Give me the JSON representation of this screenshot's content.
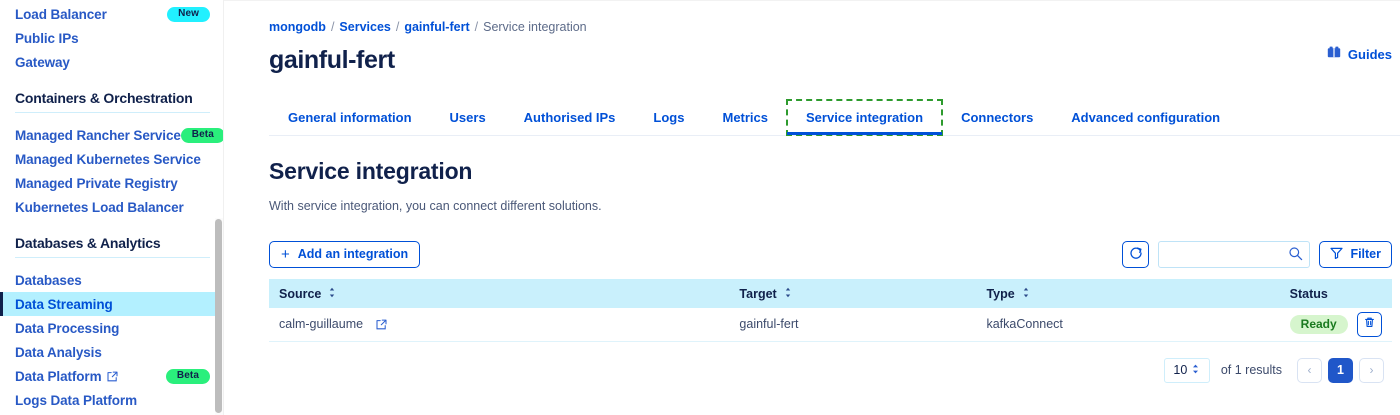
{
  "sidebar": {
    "groups": [
      {
        "heading": null,
        "items": [
          {
            "label": "Load Balancer",
            "badge": "New",
            "badge_kind": "new",
            "active": false,
            "external": false
          },
          {
            "label": "Public IPs",
            "badge": null,
            "active": false,
            "external": false
          },
          {
            "label": "Gateway",
            "badge": null,
            "active": false,
            "external": false
          }
        ]
      },
      {
        "heading": "Containers & Orchestration",
        "items": [
          {
            "label": "Managed Rancher Service",
            "badge": "Beta",
            "badge_kind": "beta",
            "active": false,
            "external": false
          },
          {
            "label": "Managed Kubernetes Service",
            "badge": null,
            "active": false,
            "external": false
          },
          {
            "label": "Managed Private Registry",
            "badge": null,
            "active": false,
            "external": false
          },
          {
            "label": "Kubernetes Load Balancer",
            "badge": null,
            "active": false,
            "external": false
          }
        ]
      },
      {
        "heading": "Databases & Analytics",
        "items": [
          {
            "label": "Databases",
            "badge": null,
            "active": false,
            "external": false
          },
          {
            "label": "Data Streaming",
            "badge": null,
            "active": true,
            "external": false
          },
          {
            "label": "Data Processing",
            "badge": null,
            "active": false,
            "external": false
          },
          {
            "label": "Data Analysis",
            "badge": null,
            "active": false,
            "external": false
          },
          {
            "label": "Data Platform",
            "badge": "Beta",
            "badge_kind": "beta",
            "active": false,
            "external": true
          },
          {
            "label": "Logs Data Platform",
            "badge": null,
            "active": false,
            "external": false
          }
        ]
      }
    ]
  },
  "breadcrumb": {
    "items": [
      "mongodb",
      "Services",
      "gainful-fert"
    ],
    "current": "Service integration",
    "separator": "/"
  },
  "header": {
    "title": "gainful-fert",
    "guides_label": "Guides",
    "guides_icon": "book-icon"
  },
  "tabs": [
    {
      "label": "General information",
      "active": false
    },
    {
      "label": "Users",
      "active": false
    },
    {
      "label": "Authorised IPs",
      "active": false
    },
    {
      "label": "Logs",
      "active": false
    },
    {
      "label": "Metrics",
      "active": false
    },
    {
      "label": "Service integration",
      "active": true
    },
    {
      "label": "Connectors",
      "active": false
    },
    {
      "label": "Advanced configuration",
      "active": false
    }
  ],
  "section": {
    "title": "Service integration",
    "description": "With service integration, you can connect different solutions."
  },
  "toolbar": {
    "add_label": "Add an integration",
    "add_icon": "plus-icon",
    "refresh_icon": "refresh-icon",
    "search_value": "",
    "search_placeholder": "",
    "search_icon": "search-icon",
    "filter_label": "Filter",
    "filter_icon": "funnel-icon"
  },
  "table": {
    "columns": [
      {
        "label": "Source",
        "sortable": true
      },
      {
        "label": "Target",
        "sortable": true
      },
      {
        "label": "Type",
        "sortable": true
      },
      {
        "label": "Status",
        "sortable": false
      }
    ],
    "rows": [
      {
        "source": "calm-guillaume",
        "source_external": true,
        "target": "gainful-fert",
        "type": "kafkaConnect",
        "status": "Ready",
        "delete_icon": "trash-icon"
      }
    ]
  },
  "pagination": {
    "page_size": "10",
    "results_text": "of 1 results",
    "prev_label": "‹",
    "current_page": "1",
    "next_label": "›"
  },
  "colors": {
    "accent_blue": "#0050d7",
    "navy": "#10214b",
    "badge_new": "#21f0ff",
    "badge_beta": "#2aef7c",
    "status_ready_bg": "#d6f5cd",
    "status_ready_fg": "#1a7a1f",
    "table_header_bg": "#c9f0fc",
    "active_nav_bg": "#b3f0ff",
    "focus_ring": "#2e9b2e"
  }
}
